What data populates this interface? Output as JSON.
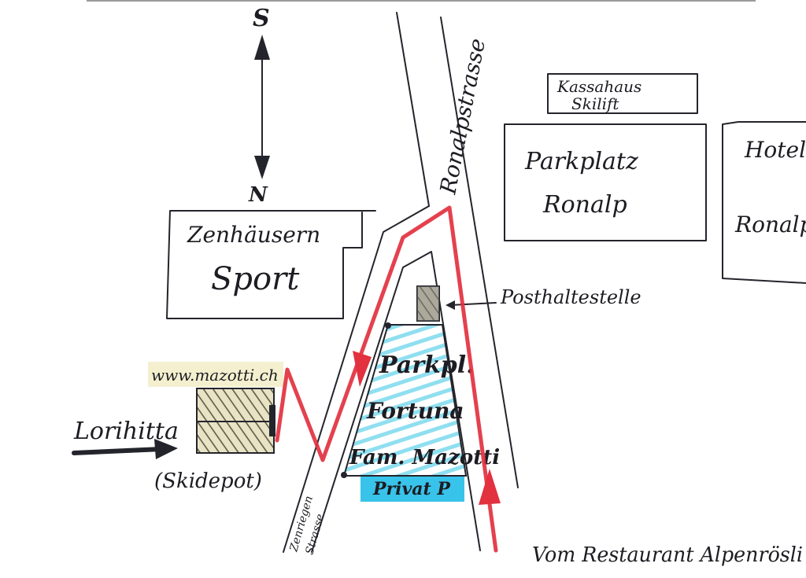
{
  "compass": {
    "top_label": "S",
    "bottom_label": "N"
  },
  "labels": {
    "kassahaus_line1": "Kassahaus",
    "kassahaus_line2": "Skilift",
    "parkplatz_line1": "Parkplatz",
    "parkplatz_line2": "Ronalp",
    "hotel_line1": "Hotel",
    "hotel_line2": "Ronalp",
    "sport_line1": "Zenhäusern",
    "sport_line2": "Sport",
    "posthaltestelle": "Posthaltestelle",
    "website": "www.mazotti.ch",
    "lorihitta": "Lorihitta",
    "skidepot": "(Skidepot)",
    "parkpl": "Parkpl.",
    "fortuna": "Fortuna",
    "fam_mazotti": "Fam. Mazotti",
    "privat_p": "Privat P",
    "ronalpstrasse": "Ronalpstrasse",
    "zenriegen_line1": "Zenriegen",
    "zenriegen_line2": "Strasse",
    "vom_restaurant": "Vom Restaurant Alpenrösli"
  },
  "colors": {
    "ink": "#24242c",
    "route": "#e2313f",
    "parking_hatch": "#8fdff0",
    "privat_bg": "#38c3ea",
    "website_bg": "#f4f0cf",
    "depot_fill": "#e8e3c4",
    "bus_stop_fill": "#7a7a7a"
  }
}
